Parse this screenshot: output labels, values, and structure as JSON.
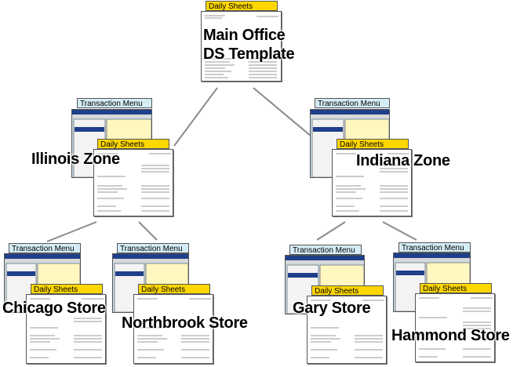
{
  "root": {
    "tag": "Daily Sheets",
    "title_line1": "Main Office",
    "title_line2": "DS Template"
  },
  "zones": [
    {
      "name": "Illinois Zone",
      "menu_tag": "Transaction Menu",
      "sheet_tag": "Daily Sheets"
    },
    {
      "name": "Indiana Zone",
      "menu_tag": "Transaction Menu",
      "sheet_tag": "Daily Sheets"
    }
  ],
  "stores": [
    {
      "name": "Chicago Store",
      "menu_tag": "Transaction Menu",
      "sheet_tag": "Daily Sheets"
    },
    {
      "name": "Northbrook Store",
      "menu_tag": "Transaction Menu",
      "sheet_tag": "Daily Sheets"
    },
    {
      "name": "Gary Store",
      "menu_tag": "Transaction Menu",
      "sheet_tag": "Daily Sheets"
    },
    {
      "name": "Hammond Store",
      "menu_tag": "Transaction Menu",
      "sheet_tag": "Daily Sheets"
    }
  ]
}
